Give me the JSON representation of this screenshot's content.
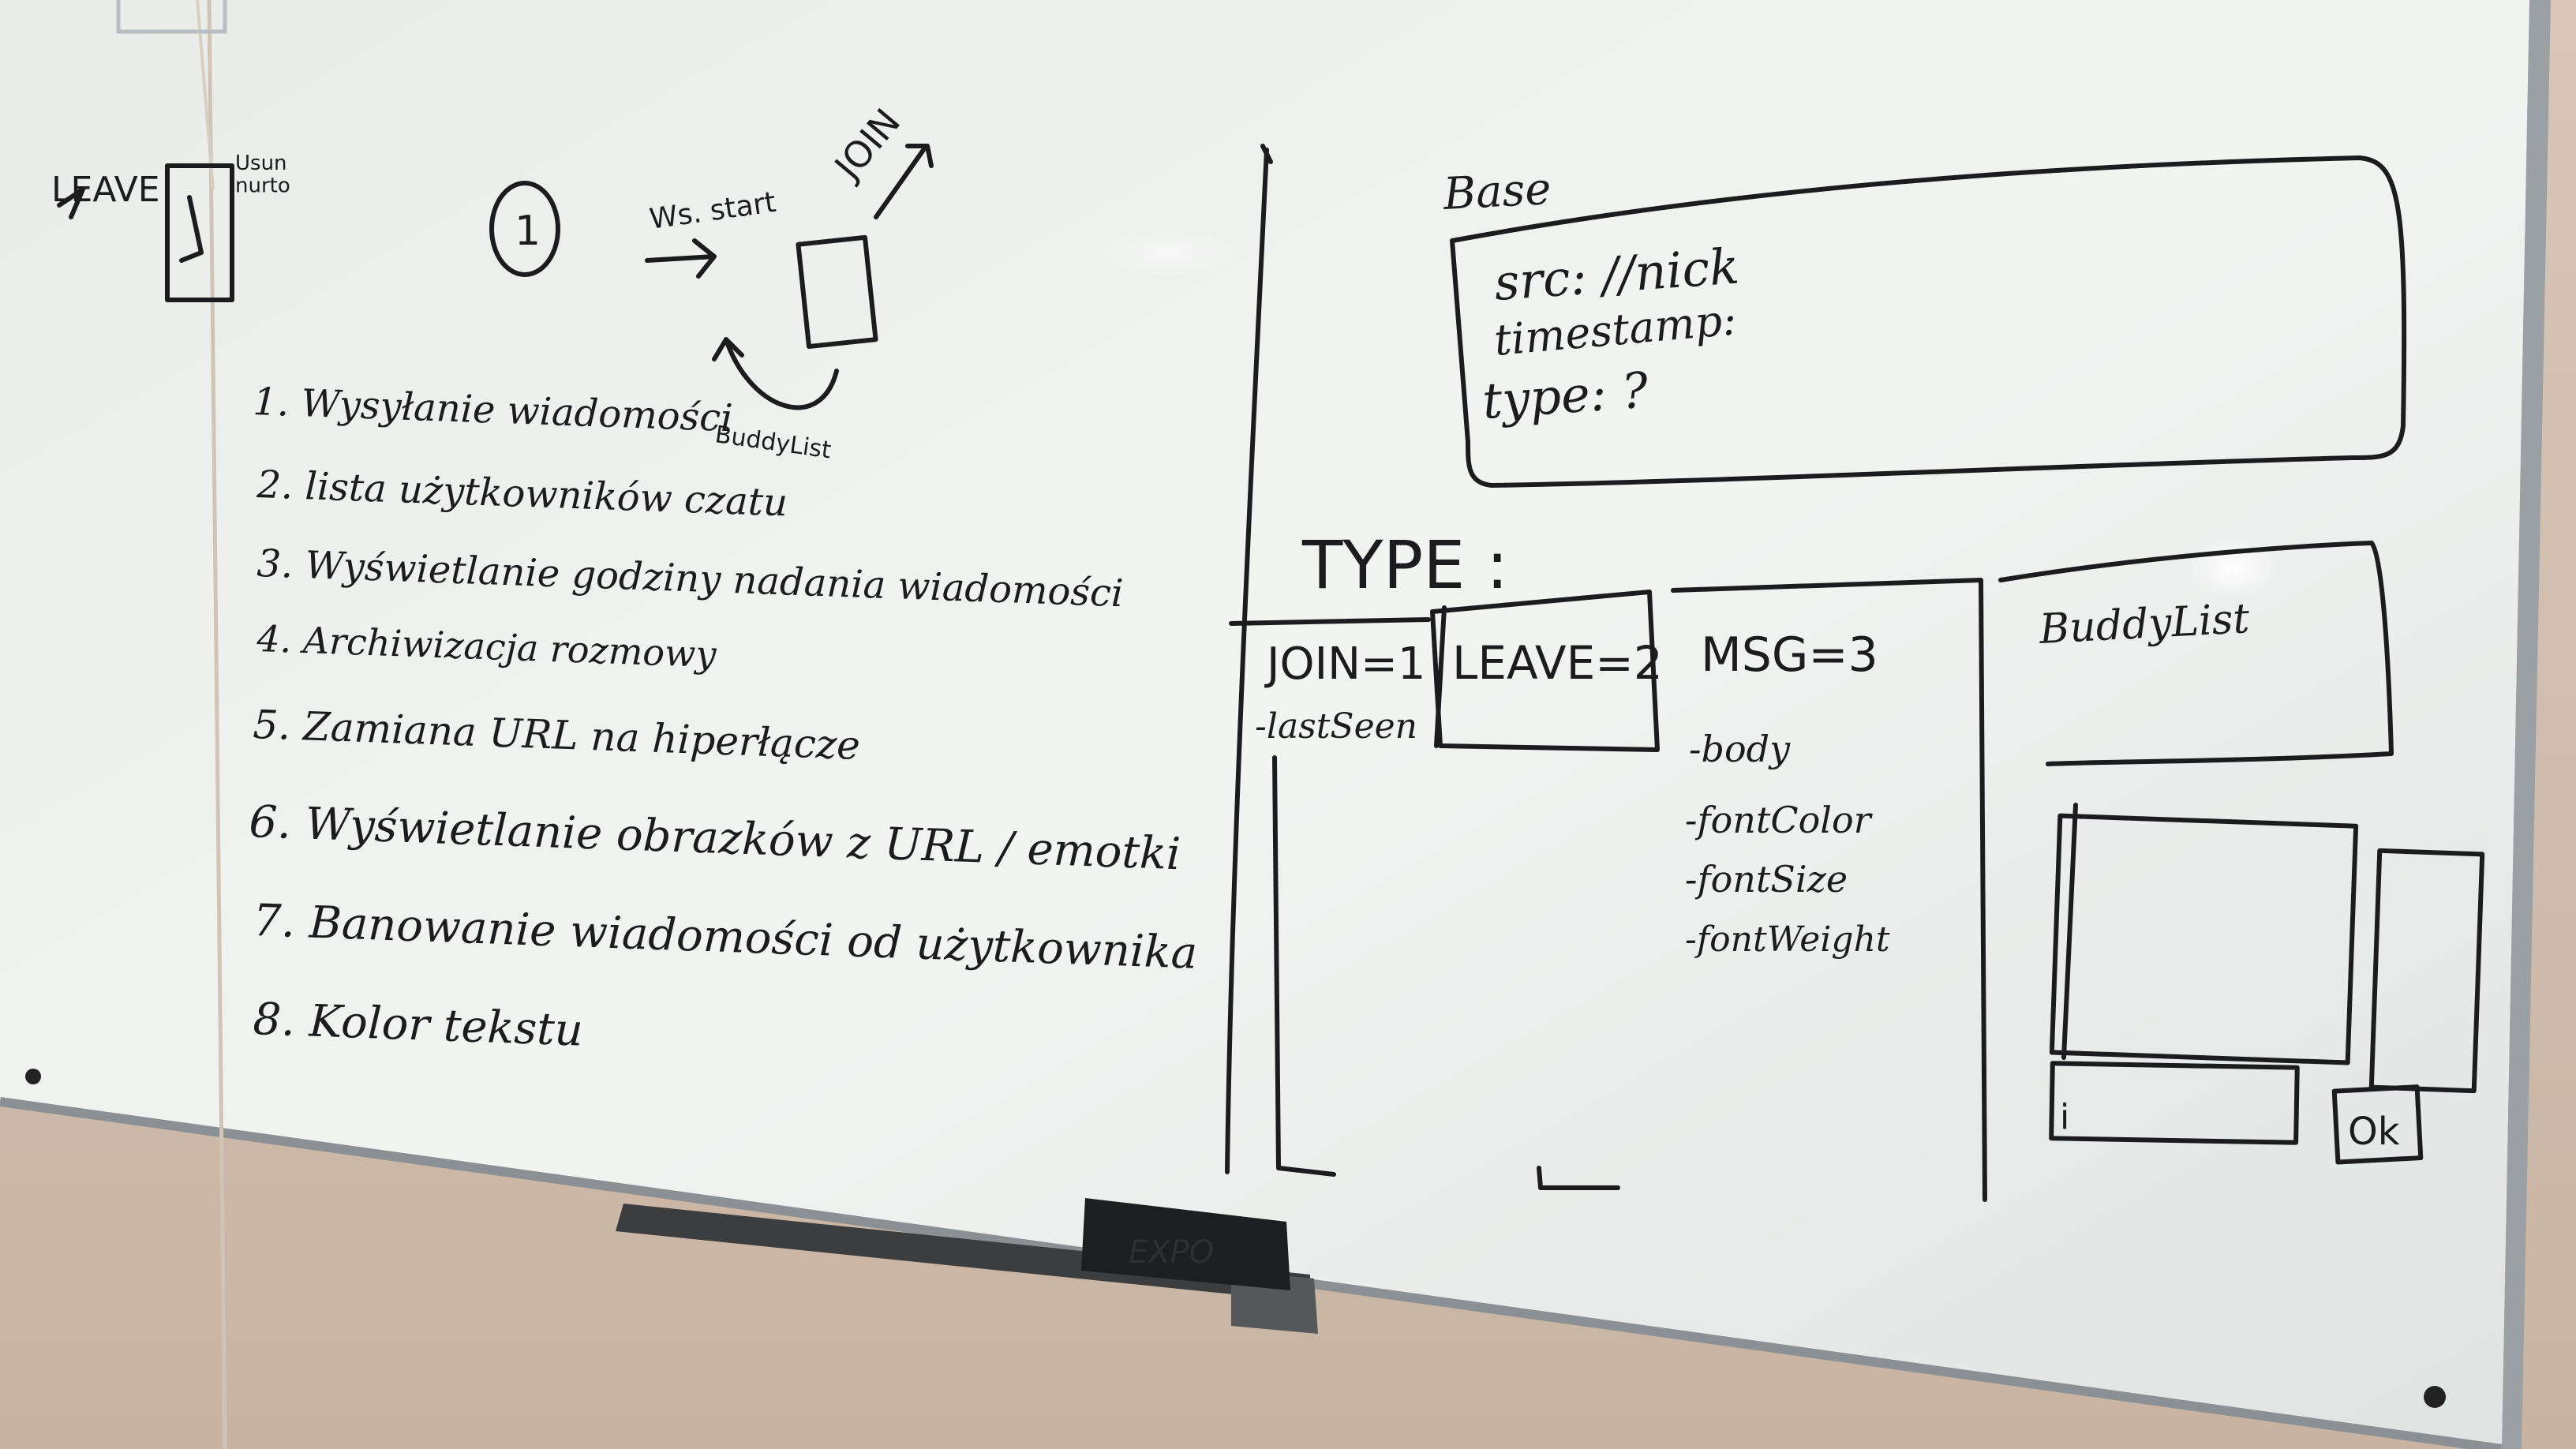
{
  "whiteboard": {
    "left": {
      "leave": "LEAVE",
      "leave_note": "Usun\nnurto",
      "circle_number": "1",
      "ws_start": "Ws. start",
      "join": "JOIN",
      "buddylist_small": "BuddyList",
      "list_items": [
        "1. Wysyłanie wiadomości",
        "2. lista użytkowników czatu",
        "3. Wyświetlanie godziny nadania wiadomości",
        "4. Archiwizacja rozmowy",
        "5. Zamiana URL na hiperłącze",
        "6. Wyświetlanie obrazków z URL / emotki",
        "7. Banowanie wiadomości od użytkownika",
        "8. Kolor tekstu"
      ]
    },
    "right": {
      "base_title": "Base",
      "base_fields": [
        "src: //nick",
        "timestamp:",
        "type: ?"
      ],
      "type_title": "TYPE :",
      "join_label": "JOIN=1",
      "join_field": "-lastSeen",
      "leave_label": "LEAVE=2",
      "msg_label": "MSG=3",
      "msg_fields": [
        "-body",
        "-fontColor",
        "-fontSize",
        "-fontWeight"
      ],
      "buddylist_title": "BuddyList",
      "input_cursor": "i",
      "ok_button": "Ok"
    },
    "eraser_brand": "EXPO"
  }
}
